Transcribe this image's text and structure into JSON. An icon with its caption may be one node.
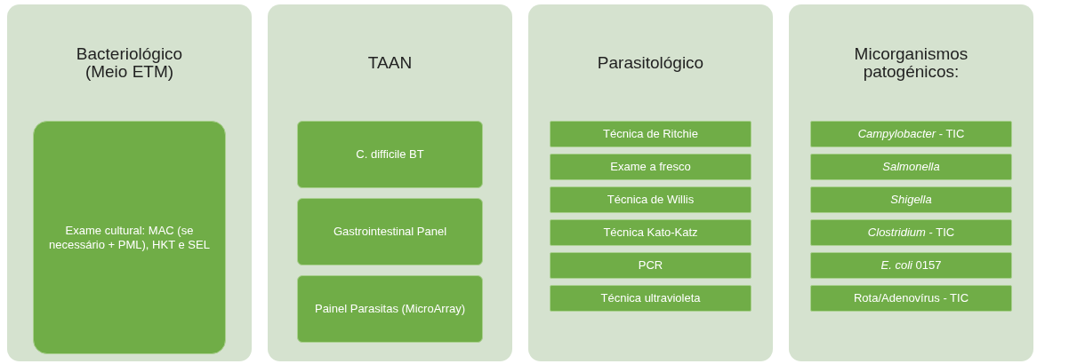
{
  "diagram": {
    "nodes": [
      {
        "text": [
          "Bacteriológico (Meio ETM)"
        ]
      },
      {
        "text": [
          "Exame cultural: MAC (se necessário + PML), HKT e SEL"
        ],
        "in": 0
      },
      {
        "text": [
          "TAAN"
        ]
      },
      {
        "text": [
          "C. difficile BT"
        ],
        "in": 2
      },
      {
        "text": [
          "Gastrointestinal Panel"
        ],
        "in": 2
      },
      {
        "text": [
          "Painel Parasitas (MicroArray)"
        ],
        "in": 2
      },
      {
        "text": [
          "Parasitológico"
        ]
      },
      {
        "text": [
          "Técnica de Ritchie"
        ],
        "in": 6
      },
      {
        "text": [
          "Exame a fresco"
        ],
        "in": 6
      },
      {
        "text": [
          "Técnica de Willis"
        ],
        "in": 6
      },
      {
        "text": [
          "Técnica Kato-Katz"
        ],
        "in": 6
      },
      {
        "text": [
          "PCR"
        ],
        "in": 6
      },
      {
        "text": [
          "Técnica ultravioleta"
        ],
        "in": 6
      },
      {
        "text": [
          "Micorganismos patogénicos:"
        ]
      },
      {
        "text": [
          "*Campylobacter* - TIC"
        ],
        "in": 13
      },
      {
        "text": [
          "*Salmonella*"
        ],
        "in": 13
      },
      {
        "text": [
          "*Shigella*"
        ],
        "in": 13
      },
      {
        "text": [
          "*Clostridium* - TIC"
        ],
        "in": 13
      },
      {
        "text": [
          "*E. coli* 0157"
        ],
        "in": 13
      },
      {
        "text": [
          "Rota/Adenovírus - TIC"
        ],
        "in": 13
      }
    ],
    "edges": []
  }
}
